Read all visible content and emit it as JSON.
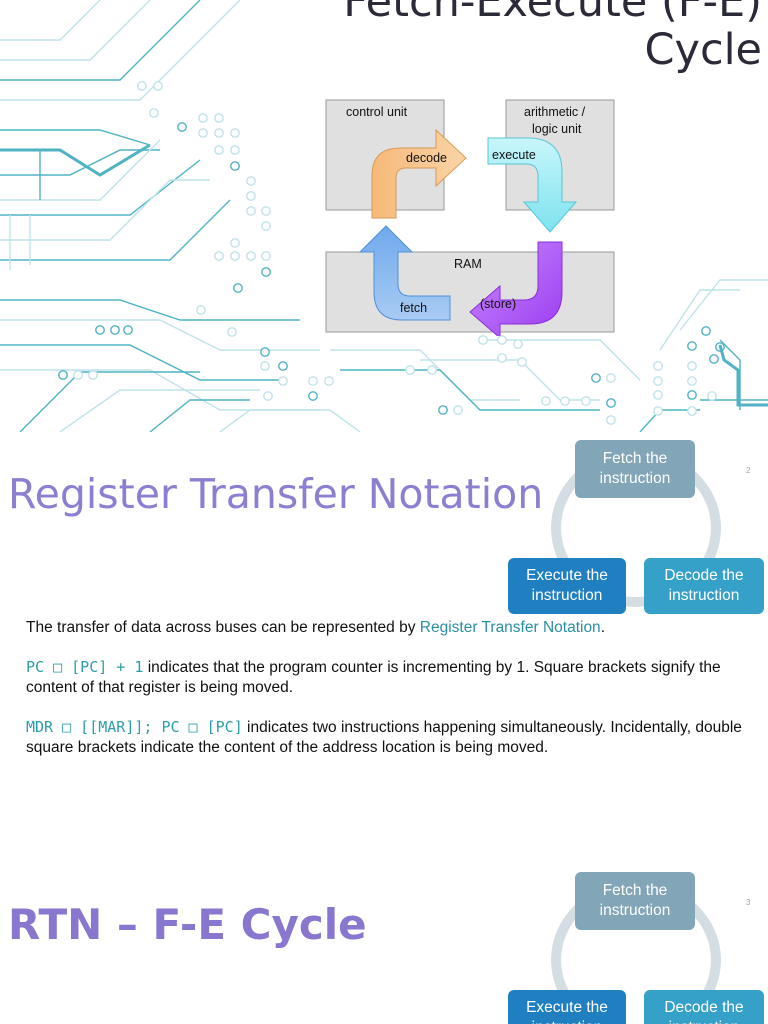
{
  "slide1": {
    "title": "Fetch-Execute (F-E) Cycle",
    "diagram": {
      "control_unit": "control unit",
      "alu_line1": "arithmetic /",
      "alu_line2": "logic unit",
      "ram": "RAM",
      "decode": "decode",
      "execute": "execute",
      "fetch": "fetch",
      "store": "(store)"
    },
    "colors": {
      "circuit": "#4fb3c4",
      "circuit_light": "#bfe3ea"
    }
  },
  "slide2": {
    "title": "Register Transfer Notation",
    "slide_number": "2",
    "cycle": {
      "fetch": "Fetch the instruction",
      "execute": "Execute the instruction",
      "decode": "Decode the instruction"
    },
    "para1_before": "The transfer of data across buses can be represented by ",
    "para1_link": "Register Transfer Notation",
    "para1_after": ".",
    "para2_code": "PC □ [PC] + 1",
    "para2_text": " indicates that the program counter is incrementing by 1. Square brackets signify the content of that register is being moved.",
    "para3_code": "MDR □ [[MAR]]; PC □ [PC]",
    "para3_text": " indicates two instructions happening simultaneously. Incidentally, double square brackets indicate the content of the address location is being moved."
  },
  "slide3": {
    "title": "RTN – F-E Cycle",
    "slide_number": "3",
    "cycle": {
      "fetch": "Fetch the instruction",
      "execute": "Execute the instruction",
      "decode": "Decode the instruction"
    }
  },
  "colors": {
    "title_purple": "#8b7fd1",
    "fetch_box": "#82a5b8",
    "execute_box": "#1f7fc1",
    "decode_box": "#35a1c9",
    "link": "#2a8fa3"
  }
}
